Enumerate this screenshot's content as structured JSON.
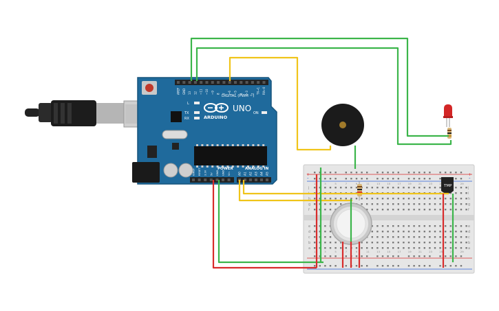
{
  "arduino": {
    "brand": "ARDUINO",
    "model": "UNO",
    "digital_label": "DIGITAL (PWM ~)",
    "power_label": "POWER",
    "analog_label": "ANALOG IN",
    "on_label": "ON",
    "l_label": "L",
    "tx_label": "TX",
    "rx_label": "RX",
    "digital_pins": [
      "AREF",
      "GND",
      "13",
      "12",
      "~11",
      "~10",
      "~9",
      "8",
      "7",
      "~6",
      "~5",
      "4",
      "~3",
      "2",
      "TX→1",
      "RX←0"
    ],
    "power_pins": [
      "IOREF",
      "RESET",
      "3.3V",
      "5V",
      "GND",
      "GND",
      "Vin"
    ],
    "analog_pins": [
      "A0",
      "A1",
      "A2",
      "A3",
      "A4",
      "A5"
    ]
  },
  "sensor": {
    "label": "TMP"
  },
  "breadboard": {
    "row_letters_top": [
      "j",
      "i",
      "h",
      "g",
      "f"
    ],
    "row_letters_bottom": [
      "e",
      "d",
      "c",
      "b",
      "a"
    ],
    "rail_plus": "+",
    "rail_minus": "-",
    "column_numbers": [
      "1",
      "3",
      "5",
      "7",
      "9",
      "11",
      "13",
      "15",
      "17",
      "19",
      "21",
      "23",
      "25",
      "27",
      "29"
    ]
  },
  "colors": {
    "board": "#1f6a9c",
    "wire_green": "#3bb54a",
    "wire_yellow": "#f0c419",
    "wire_red": "#d82b2b",
    "breadboard": "#e6e6e6"
  }
}
